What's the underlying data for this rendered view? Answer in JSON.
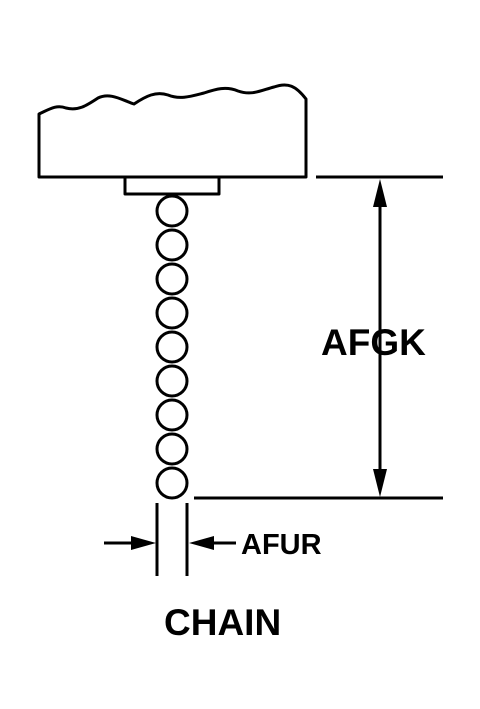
{
  "diagram": {
    "labels": {
      "length_dimension": "AFGK",
      "width_dimension": "AFUR",
      "part_name": "CHAIN"
    },
    "colors": {
      "line": "#000000",
      "background": "#ffffff"
    }
  }
}
